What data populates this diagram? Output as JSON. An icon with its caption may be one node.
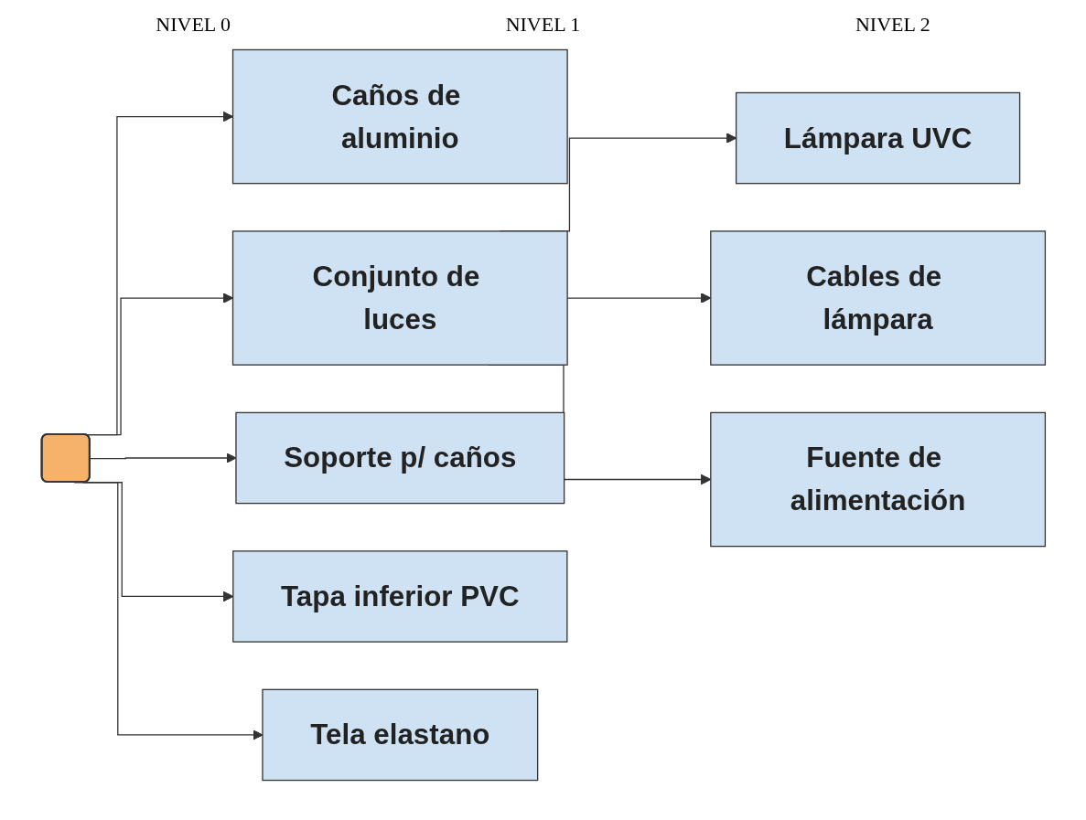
{
  "diagram": {
    "nodes": [
      {
        "text": [],
        "shape": "box"
      },
      {
        "text": [
          "Caños de aluminio"
        ]
      },
      {
        "text": [
          "Conjunto de luces"
        ]
      },
      {
        "text": [
          "Soporte p/ caños"
        ]
      },
      {
        "text": [
          "Tapa inferior PVC"
        ]
      },
      {
        "text": [
          "Tela elastano"
        ]
      },
      {
        "text": [
          "Lámpara UVC"
        ]
      },
      {
        "text": [
          "Cables de lámpara"
        ]
      },
      {
        "text": [
          "Fuente de alimentación"
        ]
      }
    ],
    "edges": [
      {
        "from": 0,
        "to": 1,
        "arrow": "to"
      },
      {
        "from": 0,
        "to": 2,
        "arrow": "to"
      },
      {
        "from": 0,
        "to": 3,
        "arrow": "to"
      },
      {
        "from": 0,
        "to": 4,
        "arrow": "to"
      },
      {
        "from": 0,
        "to": 5,
        "arrow": "to"
      },
      {
        "from": 2,
        "to": 6,
        "arrow": "to"
      },
      {
        "from": 2,
        "to": 7,
        "arrow": "to"
      },
      {
        "from": 2,
        "to": 8,
        "arrow": "to"
      }
    ],
    "labels": [
      "NIVEL 0",
      "NIVEL 1",
      "NIVEL 2"
    ]
  }
}
